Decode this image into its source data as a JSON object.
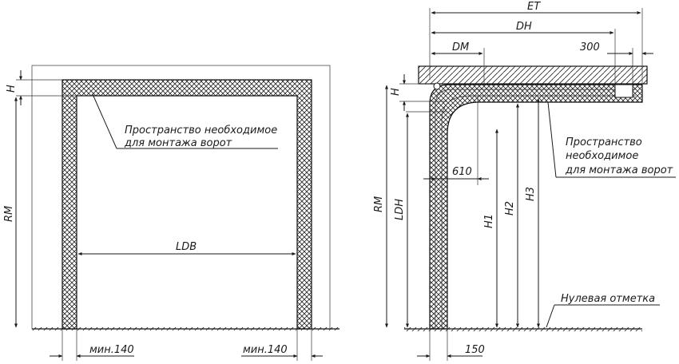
{
  "left_view": {
    "dim_h": "H",
    "dim_rm": "RM",
    "dim_ldb": "LDB",
    "dim_min_left": "мин.140",
    "dim_min_right": "мин.140",
    "note_line1": "Пространство необходимое",
    "note_line2": "для монтажа ворот"
  },
  "right_view": {
    "dim_et": "ET",
    "dim_dh": "DH",
    "dim_dm": "DM",
    "dim_300": "300",
    "dim_h": "H",
    "dim_rm": "RM",
    "dim_ldh": "LDH",
    "dim_610": "610",
    "dim_h1": "H1",
    "dim_h2": "H2",
    "dim_h3": "H3",
    "dim_150": "150",
    "note_line1": "Пространство",
    "note_line2": "необходимое",
    "note_line3": "для монтажа ворот",
    "zero_mark": "Нулевая отметка"
  }
}
